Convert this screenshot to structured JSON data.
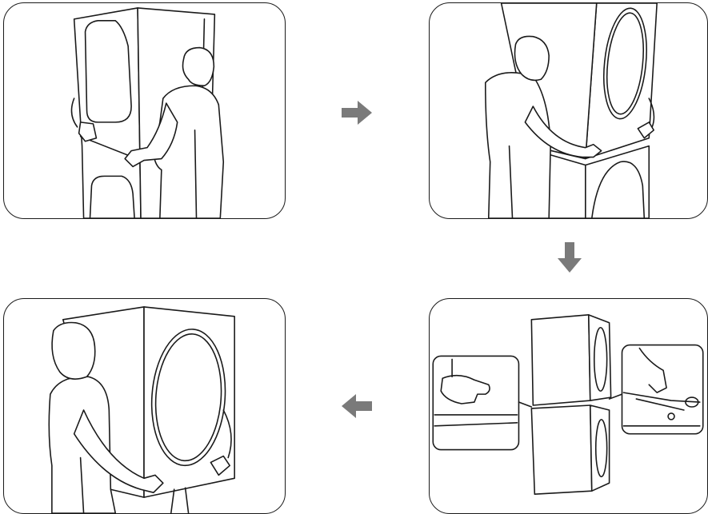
{
  "steps": [
    {
      "id": 1,
      "icon": "person-lifting-unit-icon"
    },
    {
      "id": 2,
      "icon": "person-placing-unit-on-washer-icon"
    },
    {
      "id": 3,
      "icon": "stacked-units-securing-detail-icon"
    },
    {
      "id": 4,
      "icon": "person-carrying-washer-icon"
    }
  ],
  "arrows": {
    "color": "#7a7a7a",
    "directions": [
      "right",
      "down",
      "left"
    ]
  },
  "colors": {
    "line": "#1a1a1a",
    "background": "#ffffff"
  }
}
